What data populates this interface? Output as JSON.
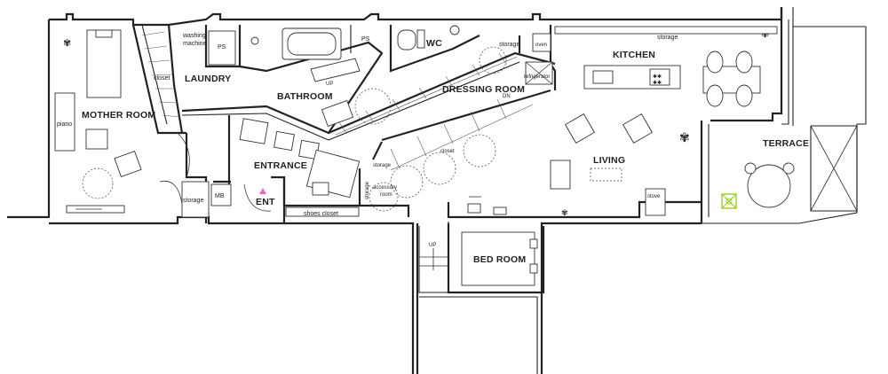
{
  "rooms": {
    "mother_room": "MOTHER ROOM",
    "laundry": "LAUNDRY",
    "bathroom": "BATHROOM",
    "wc": "WC",
    "dressing_room": "DRESSING ROOM",
    "kitchen": "KITCHEN",
    "living": "LIVING",
    "terrace": "TERRACE",
    "entrance": "ENTRANCE",
    "ent": "ENT",
    "bed_room": "BED ROOM"
  },
  "fixtures": {
    "washing_machine_line1": "washing",
    "washing_machine_line2": "machine",
    "ps_left": "PS",
    "ps_right": "PS",
    "storage_top": "storage",
    "storage_kitchen": "storage",
    "storage_entry": "storage",
    "storage_vertical": "storage",
    "oven": "oven",
    "refrigerator": "refrigerator",
    "closet_laundry": "closet",
    "closet_dressing": "closet",
    "piano": "piano",
    "mb": "MB",
    "shoes_closet": "shoes closet",
    "accessory_line1": "accessory",
    "accessory_line2": "room",
    "stove": "stove",
    "up_bath": "UP",
    "up_stair": "UP",
    "dn": "DN",
    "storage_small": "storage"
  },
  "colors": {
    "entry_marker": "#ee66bb",
    "terrace_plant": "#99cc22",
    "walls": "#222222"
  }
}
